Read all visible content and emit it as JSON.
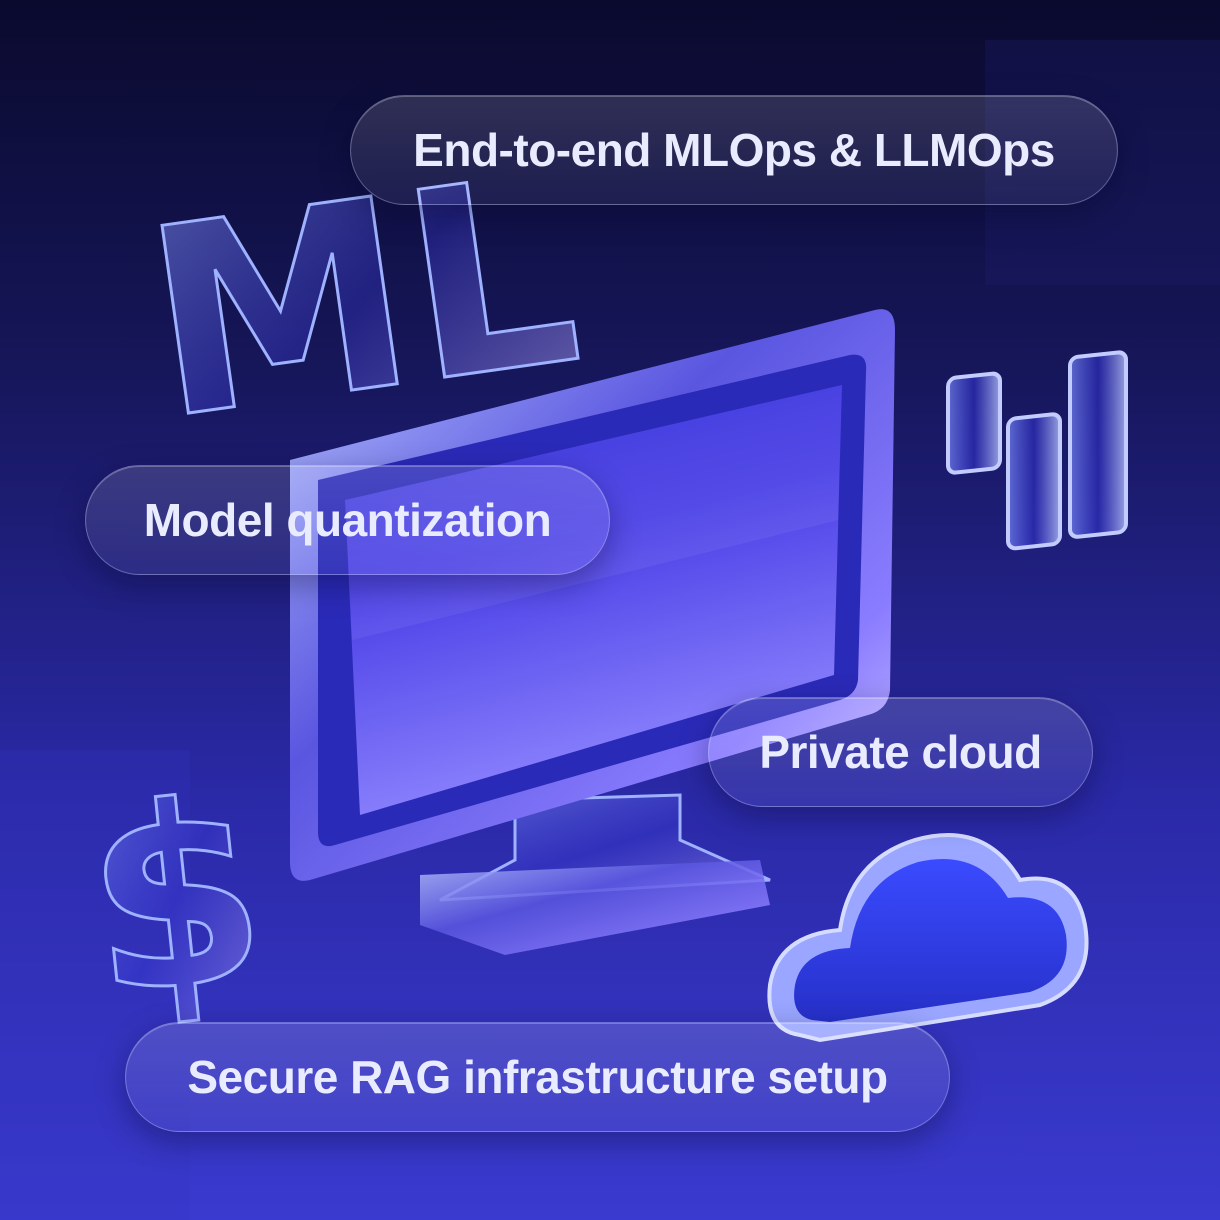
{
  "pills": {
    "mlops": "End-to-end MLOps & LLMOps",
    "quantization": "Model quantization",
    "private_cloud": "Private cloud",
    "rag": "Secure RAG infrastructure setup"
  },
  "glyphs": {
    "ml_letters": "ML",
    "dollar": "$"
  },
  "icons": [
    "ml-letters-icon",
    "monitor-icon",
    "bar-chart-icon",
    "dollar-icon",
    "cloud-icon"
  ],
  "colors": {
    "background_top": "#0a0a2e",
    "background_bottom": "#3a3ad0",
    "glass_edge": "#9fb2ff",
    "text": "#e9ebff"
  }
}
